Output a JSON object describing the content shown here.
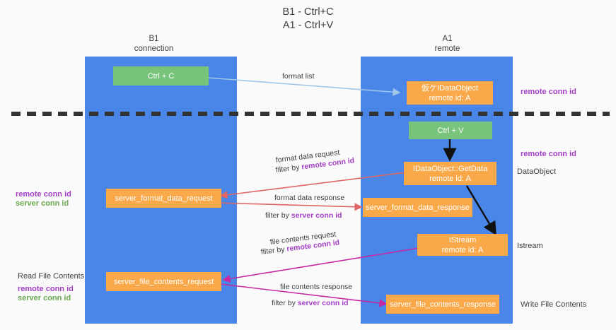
{
  "title": "B1 - Ctrl+C\nA1 - Ctrl+V",
  "columns": [
    {
      "name": "b1",
      "label": "B1\nconnection"
    },
    {
      "name": "a1",
      "label": "A1\nremote"
    }
  ],
  "nodes": {
    "ctrl_c": "Ctrl + C",
    "idataobject_create": "仮ケIDataObject\nremote id: A",
    "ctrl_v": "Ctrl + V",
    "idataobject_getdata": "IDataObject::GetData\nremote id: A",
    "server_format_data_request": "server_format_data_request",
    "server_format_data_response": "server_format_data_response",
    "istream": "IStream\nremote id: A",
    "server_file_contents_request": "server_file_contents_request",
    "server_file_contents_response": "server_file_contents_response"
  },
  "edges": {
    "format_list": "format list",
    "format_data_request": "format data request",
    "format_data_request_filter_prefix": "filter by ",
    "format_data_request_filter_key": "remote conn id",
    "format_data_response": "format data response",
    "format_data_response_filter_prefix": "filter by ",
    "format_data_response_filter_key": "server conn id",
    "file_contents_request": "file contents request",
    "file_contents_request_filter_prefix": "filter by ",
    "file_contents_request_filter_key": "remote conn id",
    "file_contents_response": "file contents response",
    "file_contents_response_filter_prefix": "filter by ",
    "file_contents_response_filter_key": "server conn id"
  },
  "annotations": {
    "right_remote_conn_id_top": "remote conn id",
    "right_remote_conn_id_mid": "remote conn id",
    "right_dataobject": "DataObject",
    "right_istream": "Istream",
    "right_write_file_contents": "Write File Contents",
    "left_remote_conn_id": "remote conn id",
    "left_server_conn_id": "server conn id",
    "left_read_file_contents": "Read File Contents",
    "left_remote_conn_id_2": "remote conn id",
    "left_server_conn_id_2": "server conn id"
  },
  "colors": {
    "lane": "#4a86e8",
    "node_orange": "#f9a94a",
    "node_green": "#79c47c",
    "accent_purple": "#a43fc4",
    "accent_green": "#6aa84f",
    "arrow_lightblue": "#9fc5e8",
    "arrow_red": "#e06666",
    "arrow_magenta": "#c629a0",
    "arrow_black": "#000000",
    "divider": "#333333"
  }
}
